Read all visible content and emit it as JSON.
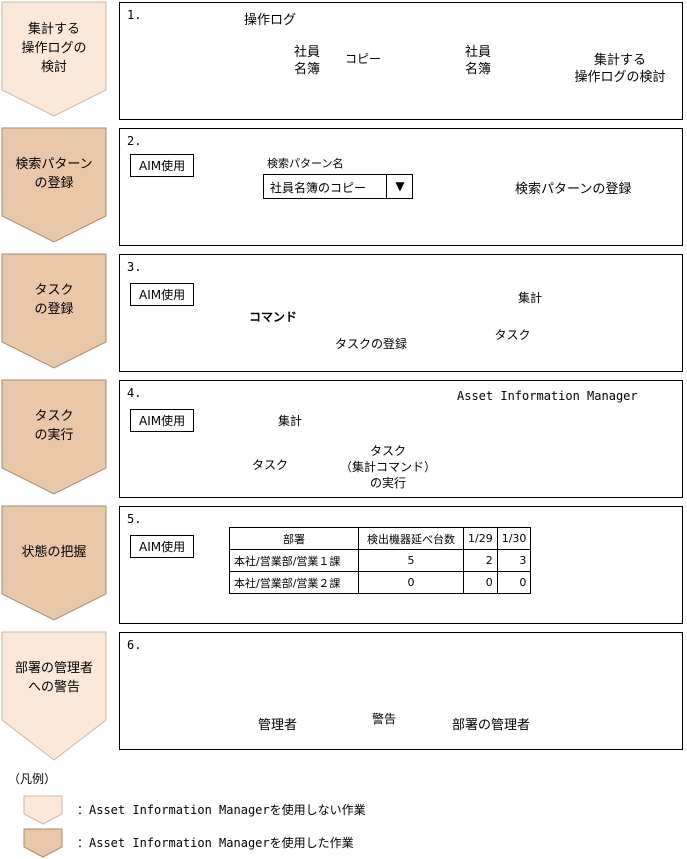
{
  "steps": [
    {
      "label": "集計する\n操作ログの\n検討",
      "type": "no-aim"
    },
    {
      "label": "検索パターン\nの登録",
      "type": "aim"
    },
    {
      "label": "タスク\nの登録",
      "type": "aim"
    },
    {
      "label": "タスク\nの実行",
      "type": "aim"
    },
    {
      "label": "状態の把握",
      "type": "aim"
    },
    {
      "label": "部署の管理者\nへの警告",
      "type": "no-aim"
    }
  ],
  "colors": {
    "no_aim_fill": "#fce8d8",
    "aim_fill": "#e8c8a8",
    "arrow_fill": "#eef3c8",
    "task_fill": "#fae3d2"
  },
  "panel1": {
    "num": "1.",
    "title": "操作ログ",
    "doc_left": "社員\n名簿",
    "doc_right": "社員\n名簿",
    "arrow_label": "コピー",
    "callout": "集計する\n操作ログの検討"
  },
  "panel2": {
    "num": "2.",
    "aim": "AIM使用",
    "field_label": "検索パターン名",
    "field_value": "社員名簿のコピー",
    "dropdown_glyph": "▼",
    "callout": "検索パターンの登録"
  },
  "panel3": {
    "num": "3.",
    "aim": "AIM使用",
    "command": "コマンド",
    "arrow_label": "タスクの登録",
    "aggregate": "集計",
    "task": "タスク"
  },
  "panel4": {
    "num": "4.",
    "aim": "AIM使用",
    "aggregate": "集計",
    "task": "タスク",
    "arrow_label": "タスク\n（集計コマンド）\nの実行",
    "product": "Asset Information Manager"
  },
  "panel5": {
    "num": "5.",
    "aim": "AIM使用",
    "table": {
      "headers": [
        "部署",
        "検出機器延べ台数",
        "1/29",
        "1/30"
      ],
      "rows": [
        [
          "本社/営業部/営業１課",
          "5",
          "2",
          "3"
        ],
        [
          "本社/営業部/営業２課",
          "0",
          "0",
          "0"
        ]
      ]
    }
  },
  "panel6": {
    "num": "6.",
    "from": "管理者",
    "arrow_label": "警告",
    "to": "部署の管理者"
  },
  "legend": {
    "title": "（凡例）",
    "no_aim": "：Asset Information Managerを使用しない作業",
    "aim": "：Asset Information Managerを使用した作業"
  }
}
